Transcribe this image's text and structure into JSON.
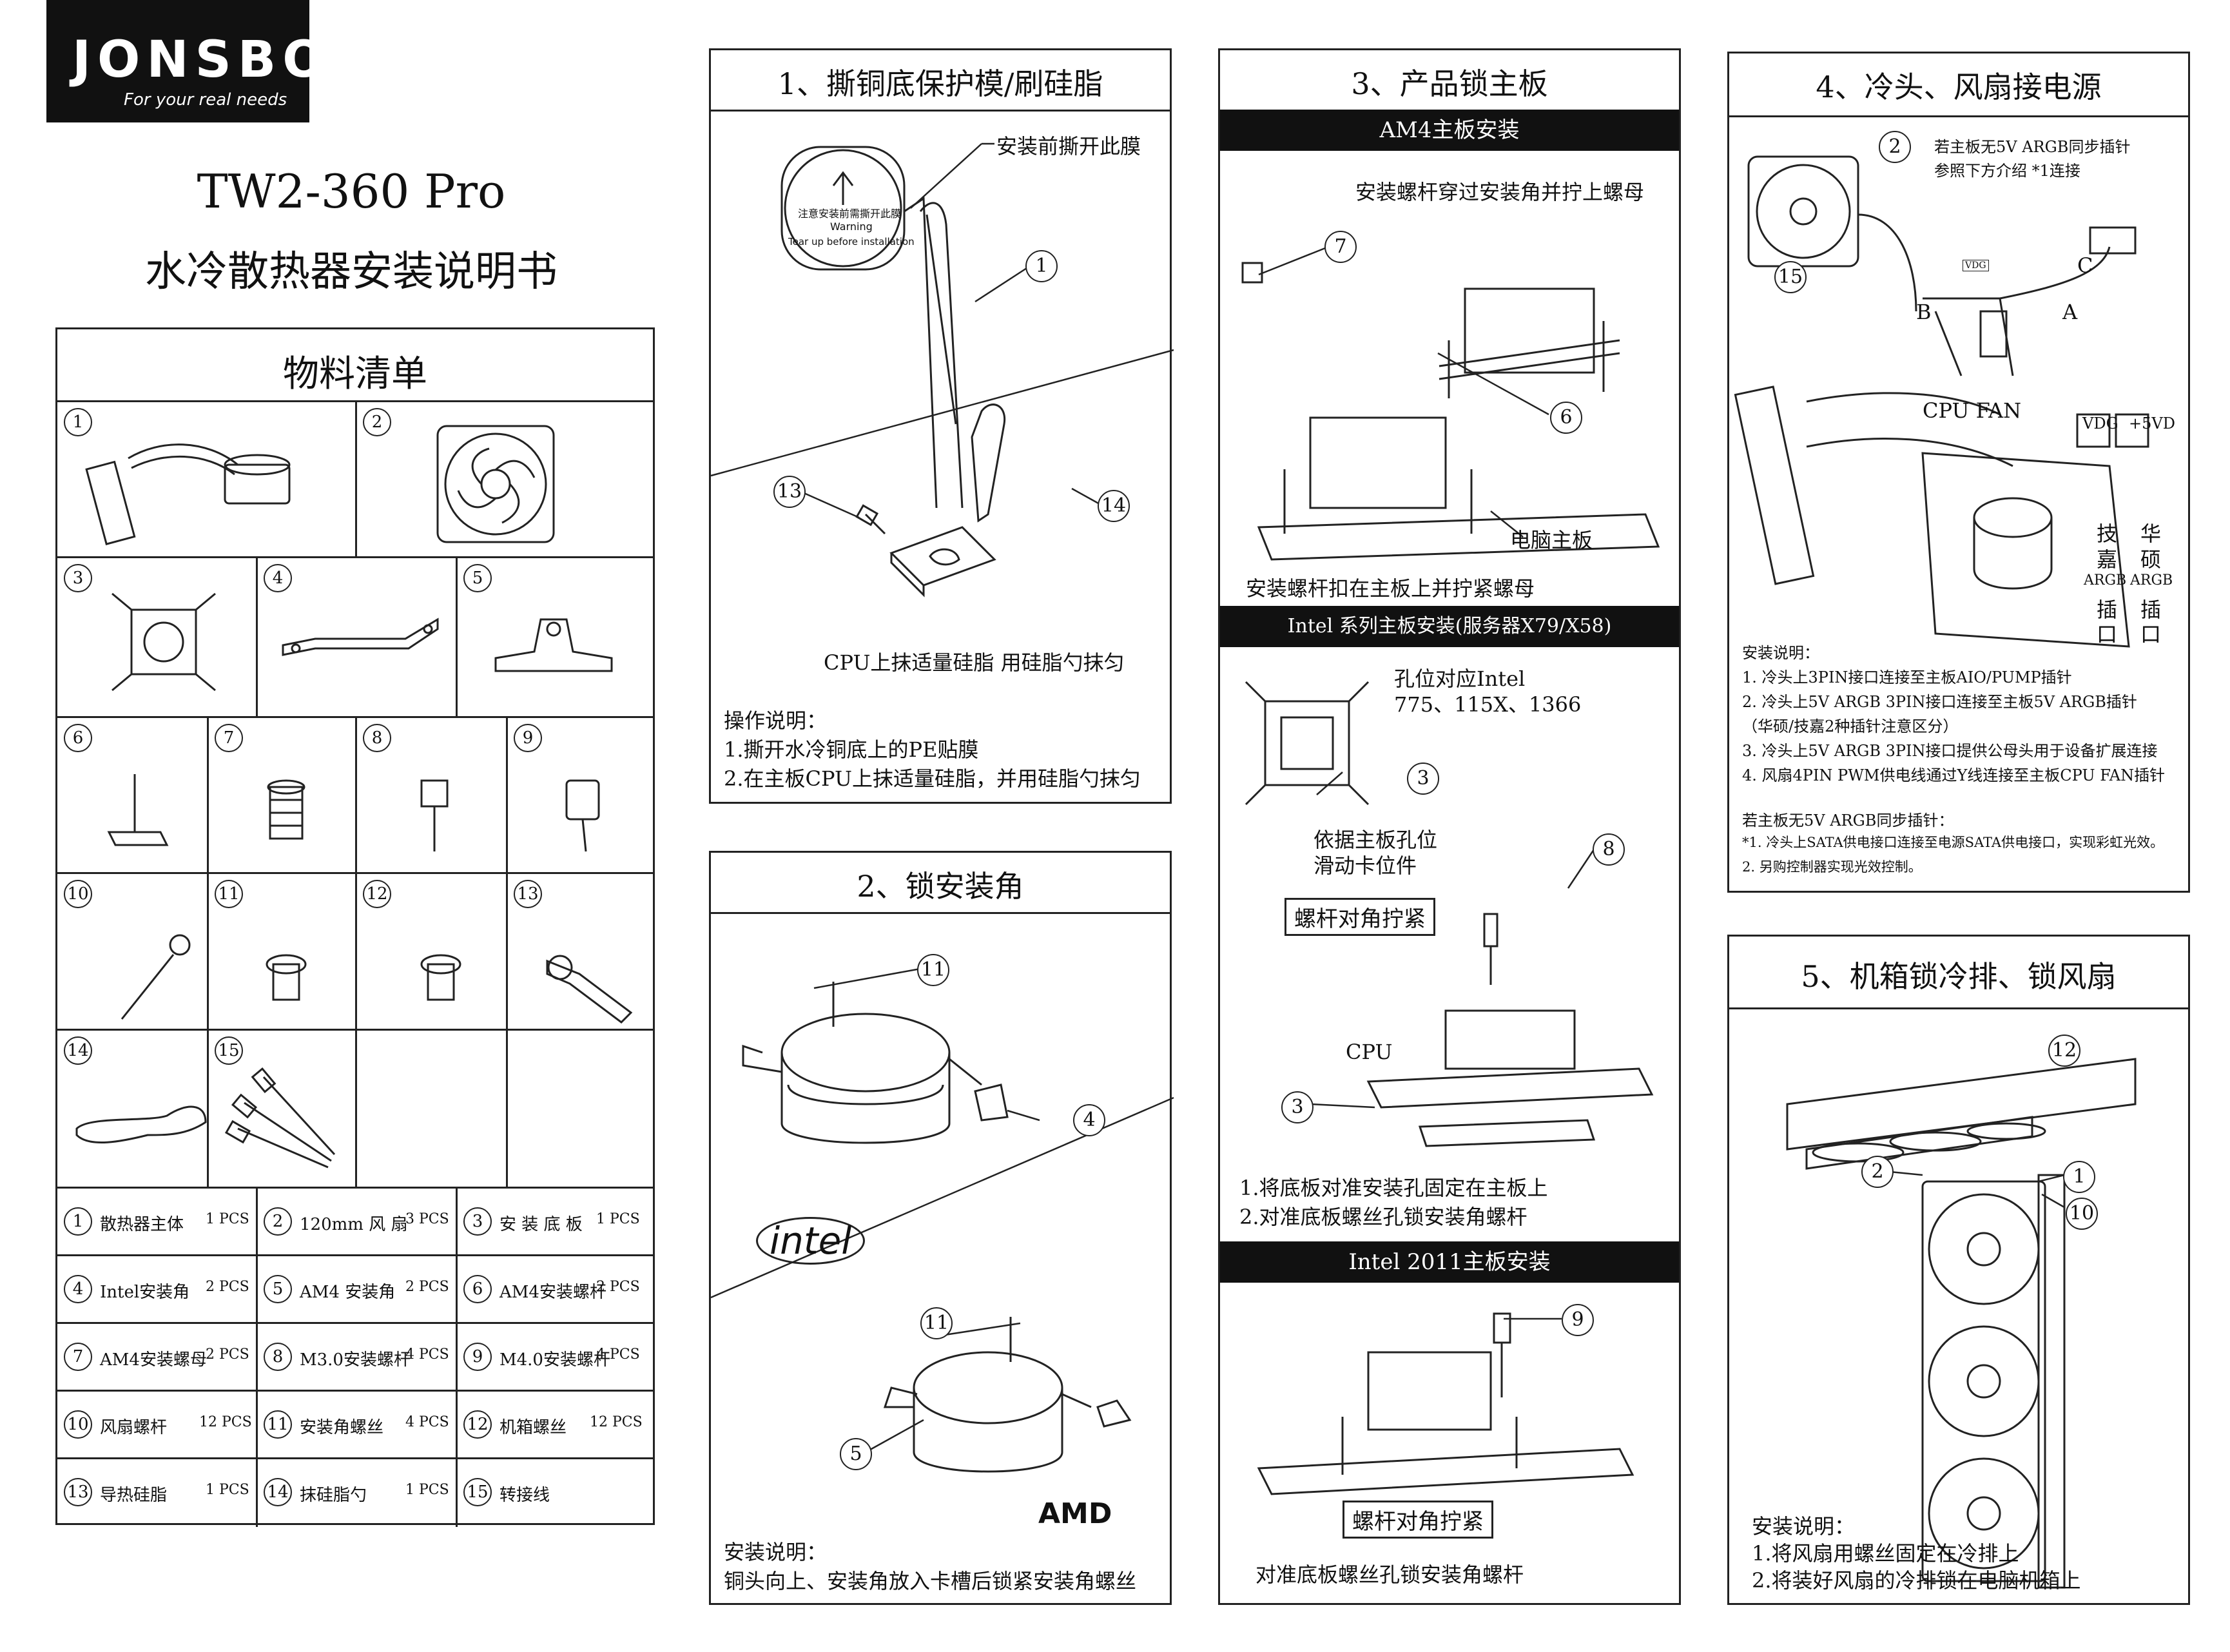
{
  "brand": {
    "logo_text": "JONSBO",
    "slogan": "For your real needs"
  },
  "cover": {
    "model": "TW2-360 Pro",
    "subtitle": "水冷散热器安装说明书"
  },
  "bom": {
    "title": "物料清单",
    "image_nums": [
      "1",
      "2",
      "3",
      "4",
      "5",
      "6",
      "7",
      "8",
      "9",
      "10",
      "11",
      "12",
      "13",
      "14",
      "15"
    ],
    "items": [
      {
        "n": "1",
        "name": "散热器主体",
        "qty": "1 PCS"
      },
      {
        "n": "2",
        "name": "120mm 风 扇",
        "qty": "3 PCS"
      },
      {
        "n": "3",
        "name": "安 装 底 板",
        "qty": "1 PCS"
      },
      {
        "n": "4",
        "name": "Intel安装角",
        "qty": "2 PCS"
      },
      {
        "n": "5",
        "name": "AM4 安装角",
        "qty": "2 PCS"
      },
      {
        "n": "6",
        "name": "AM4安装螺杆",
        "qty": "2 PCS"
      },
      {
        "n": "7",
        "name": "AM4安装螺母",
        "qty": "2 PCS"
      },
      {
        "n": "8",
        "name": "M3.0安装螺杆",
        "qty": "4 PCS"
      },
      {
        "n": "9",
        "name": "M4.0安装螺杆",
        "qty": "4 PCS"
      },
      {
        "n": "10",
        "name": "风扇螺杆",
        "qty": "12 PCS"
      },
      {
        "n": "11",
        "name": "安装角螺丝",
        "qty": "4 PCS"
      },
      {
        "n": "12",
        "name": "机箱螺丝",
        "qty": "12 PCS"
      },
      {
        "n": "13",
        "name": "导热硅脂",
        "qty": "1 PCS"
      },
      {
        "n": "14",
        "name": "抹硅脂勺",
        "qty": "1 PCS"
      },
      {
        "n": "15",
        "name": "转接线",
        "qty": ""
      }
    ]
  },
  "step1": {
    "title": "1、撕铜底保护模/刷硅脂",
    "callout_film": "安装前撕开此膜",
    "warning_cn": "注意安装前需撕开此膜",
    "warning_en1": "Warning",
    "warning_en2": "Tear up before installation",
    "ref1": "1",
    "ref13": "13",
    "ref14": "14",
    "caption": "CPU上抹适量硅脂  用硅脂勺抹匀",
    "ops_title": "操作说明：",
    "ops1": "1.撕开水冷铜底上的PE贴膜",
    "ops2": "2.在主板CPU上抹适量硅脂，并用硅脂勺抹匀"
  },
  "step2": {
    "title": "2、锁安装角",
    "ref11": "11",
    "ref4": "4",
    "ref5": "5",
    "intel_logo": "intel",
    "amd_logo": "AMD",
    "note_title": "安装说明：",
    "note1": "铜头向上、安装角放入卡槽后锁紧安装角螺丝"
  },
  "step3": {
    "title": "3、产品锁主板",
    "am4_bar": "AM4主板安装",
    "am4_text1": "安装螺杆穿过安装角并拧上螺母",
    "ref7": "7",
    "ref6": "6",
    "mb_label": "电脑主板",
    "am4_text2": "安装螺杆扣在主板上并拧紧螺母",
    "intel_bar": "Intel 系列主板安装(服务器X79/X58)",
    "hole_text1": "孔位对应Intel",
    "hole_text2": "775、115X、1366",
    "ref3": "3",
    "slide_text1": "依据主板孔位",
    "slide_text2": "滑动卡位件",
    "ref8": "8",
    "diag_tighten": "螺杆对角拧紧",
    "cpu_label": "CPU",
    "intel_note1": "1.将底板对准安装孔固定在主板上",
    "intel_note2": "2.对准底板螺丝孔锁安装角螺杆",
    "i2011_bar": "Intel 2011主板安装",
    "ref9": "9",
    "diag_tighten2": "螺杆对角拧紧",
    "i2011_note": "对准底板螺丝孔锁安装角螺杆"
  },
  "step4": {
    "title": "4、冷头、风扇接电源",
    "ref2": "2",
    "ref15": "15",
    "no5v1": "若主板无5V ARGB同步插针",
    "no5v2": "参照下方介绍  *1连接",
    "lblA": "A",
    "lblB": "B",
    "lblC": "C",
    "cpu_fan": "CPU  FAN",
    "vdg": "VDG",
    "fivevd": "+5VD",
    "vdg_box": "VDG",
    "asrock": [
      "技",
      "嘉"
    ],
    "asus": [
      "华",
      "硕"
    ],
    "argb1": "ARGB",
    "argb2": "ARGB",
    "plug1": [
      "插",
      "口"
    ],
    "plug2": [
      "插",
      "口"
    ],
    "notes_title": "安装说明：",
    "notes": [
      "1.  冷头上3PIN接口连接至主板AIO/PUMP插针",
      "2.  冷头上5V ARGB 3PIN接口连接至主板5V ARGB插针",
      "     （华硕/技嘉2种插针注意区分）",
      "3.  冷头上5V ARGB 3PIN接口提供公母头用于设备扩展连接",
      "4.  风扇4PIN PWM供电线通过Y线连接至主板CPU FAN插针"
    ],
    "alt_title": "若主板无5V ARGB同步插针：",
    "alt1": "*1. 冷头上SATA供电接口连接至电源SATA供电接口，实现彩虹光效。",
    "alt2": "  2. 另购控制器实现光效控制。"
  },
  "step5": {
    "title": "5、机箱锁冷排、锁风扇",
    "ref12": "12",
    "ref2": "2",
    "ref1": "1",
    "ref10": "10",
    "note_title": "安装说明：",
    "note1": "1.将风扇用螺丝固定在冷排上",
    "note2": "2.将装好风扇的冷排锁在电脑机箱上"
  }
}
